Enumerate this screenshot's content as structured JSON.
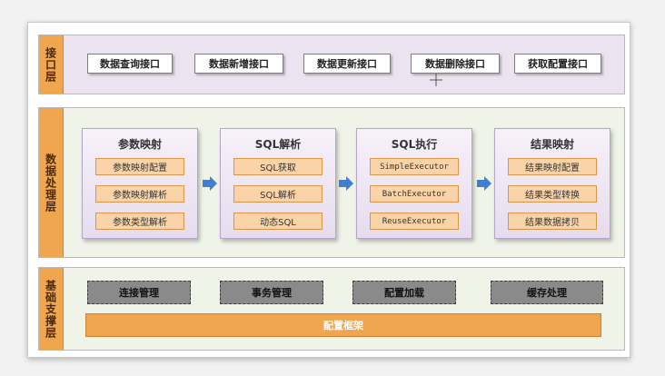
{
  "layers": {
    "interface": {
      "label": "接口层",
      "items": [
        "数据查询接口",
        "数据新增接口",
        "数据更新接口",
        "数据删除接口",
        "获取配置接口"
      ]
    },
    "process": {
      "label": "数据处理层",
      "modules": [
        {
          "title": "参数映射",
          "items": [
            "参数映射配置",
            "参数映射解析",
            "参数类型解析"
          ]
        },
        {
          "title": "SQL解析",
          "items": [
            "SQL获取",
            "SQL解析",
            "动态SQL"
          ]
        },
        {
          "title": "SQL执行",
          "items": [
            "SimpleExecutor",
            "BatchExecutor",
            "ReuseExecutor"
          ]
        },
        {
          "title": "结果映射",
          "items": [
            "结果映射配置",
            "结果类型转换",
            "结果数据拷贝"
          ]
        }
      ]
    },
    "support": {
      "label": "基础支撑层",
      "items": [
        "连接管理",
        "事务管理",
        "配置加载",
        "缓存处理"
      ],
      "framework": "配置框架"
    }
  },
  "colors": {
    "layer_label": "#f0a54f",
    "interface_bg": "#ebe3f0",
    "process_bg": "#eff3e8",
    "module_item": "#fbd3a8",
    "arrow": "#3f7fcf",
    "support_button": "#8a8a8a"
  }
}
